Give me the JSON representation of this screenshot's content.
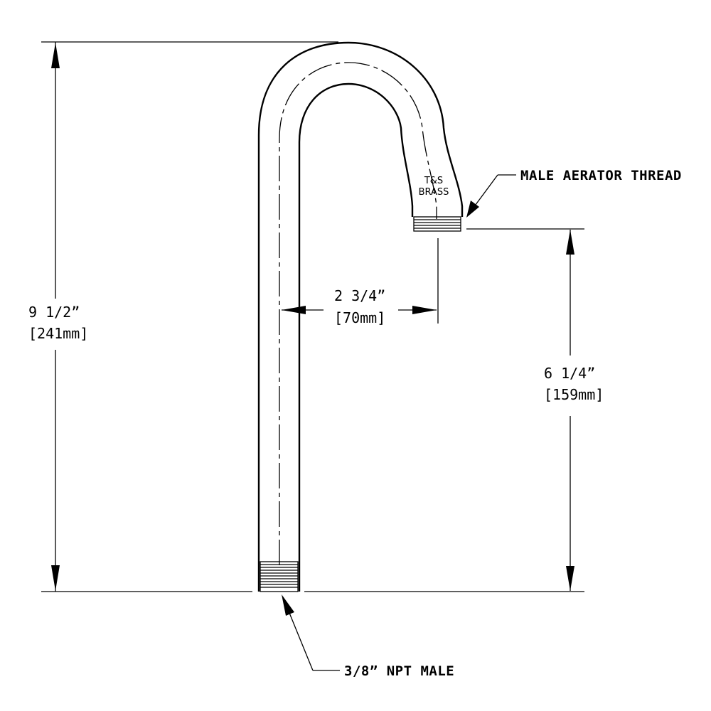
{
  "drawing": {
    "stamp": {
      "line1": "T&S",
      "line2": "BRASS"
    },
    "callouts": {
      "aerator_thread": "MALE AERATOR THREAD",
      "npt_male": "3/8” NPT MALE"
    },
    "dimensions": {
      "overall_height": {
        "imperial": "9 1/2”",
        "metric": "[241mm]"
      },
      "spout_reach": {
        "imperial": "2 3/4”",
        "metric": "[70mm]"
      },
      "outlet_height": {
        "imperial": "6 1/4”",
        "metric": "[159mm]"
      }
    }
  }
}
